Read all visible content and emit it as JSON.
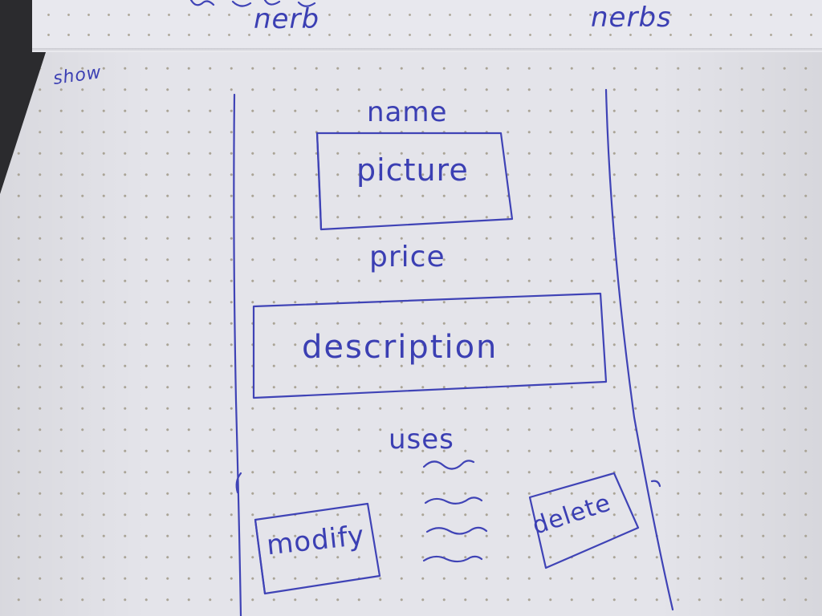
{
  "top_strip": {
    "left_word": "nerb",
    "right_word": "nerbs"
  },
  "screen_label": "show",
  "wireframe": {
    "name_label": "name",
    "picture_label": "picture",
    "price_label": "price",
    "description_label": "description",
    "uses_label": "uses",
    "modify_label": "modify",
    "delete_label": "delete"
  },
  "colors": {
    "ink": "#3b3fb3",
    "paper": "#e4e4ea",
    "dots": "#aaa496"
  }
}
